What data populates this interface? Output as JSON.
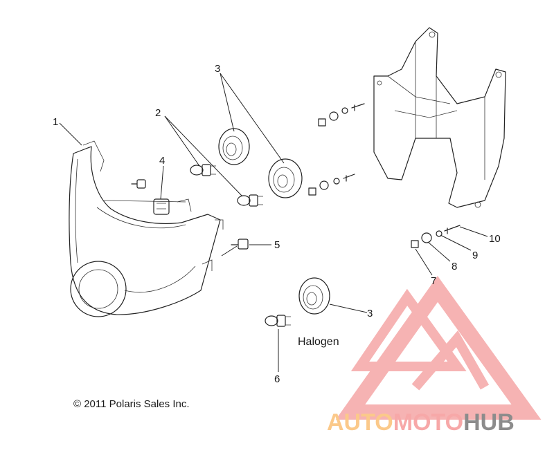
{
  "diagram": {
    "callouts": [
      "1",
      "2",
      "3",
      "4",
      "5",
      "3",
      "6",
      "7",
      "8",
      "9",
      "10"
    ],
    "caption": "Halogen",
    "copyright": "© 2011 Polaris Sales Inc."
  },
  "watermark": {
    "part1": "AUTO",
    "part2": "MOTO",
    "part3": "HUB",
    "colors": {
      "auto": "#fbc98a",
      "moto": "#f7a8a8",
      "hub": "#8c8c8c",
      "logo": "#f4a0a0"
    }
  }
}
